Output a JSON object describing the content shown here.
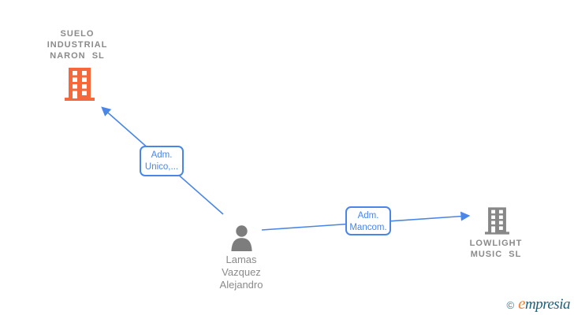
{
  "colors": {
    "bg": "#ffffff",
    "accent-blue": "#4a86e8",
    "text-gray": "#8a8a8a",
    "c1-orange": "#f4683c",
    "c2-gray": "#878787",
    "person-gray": "#7d7d7d",
    "logo-teal": "#2e7f95",
    "logo-dark": "#1b607a",
    "logo-orange": "#f08033"
  },
  "companies": {
    "suelo": {
      "line1": "SUELO",
      "line2": "INDUSTRIAL",
      "line3": "NARON  SL"
    },
    "lowlight": {
      "line1": "LOWLIGHT",
      "line2": "MUSIC  SL"
    }
  },
  "person": {
    "line1": "Lamas",
    "line2": "Vazquez",
    "line3": "Alejandro"
  },
  "edges": {
    "unico": {
      "line1": "Adm.",
      "line2": "Unico,..."
    },
    "mancom": {
      "line1": "Adm.",
      "line2": "Mancom."
    }
  },
  "watermark": {
    "copyright": "©",
    "brand_e": "e",
    "brand_rest": "mpresia"
  }
}
